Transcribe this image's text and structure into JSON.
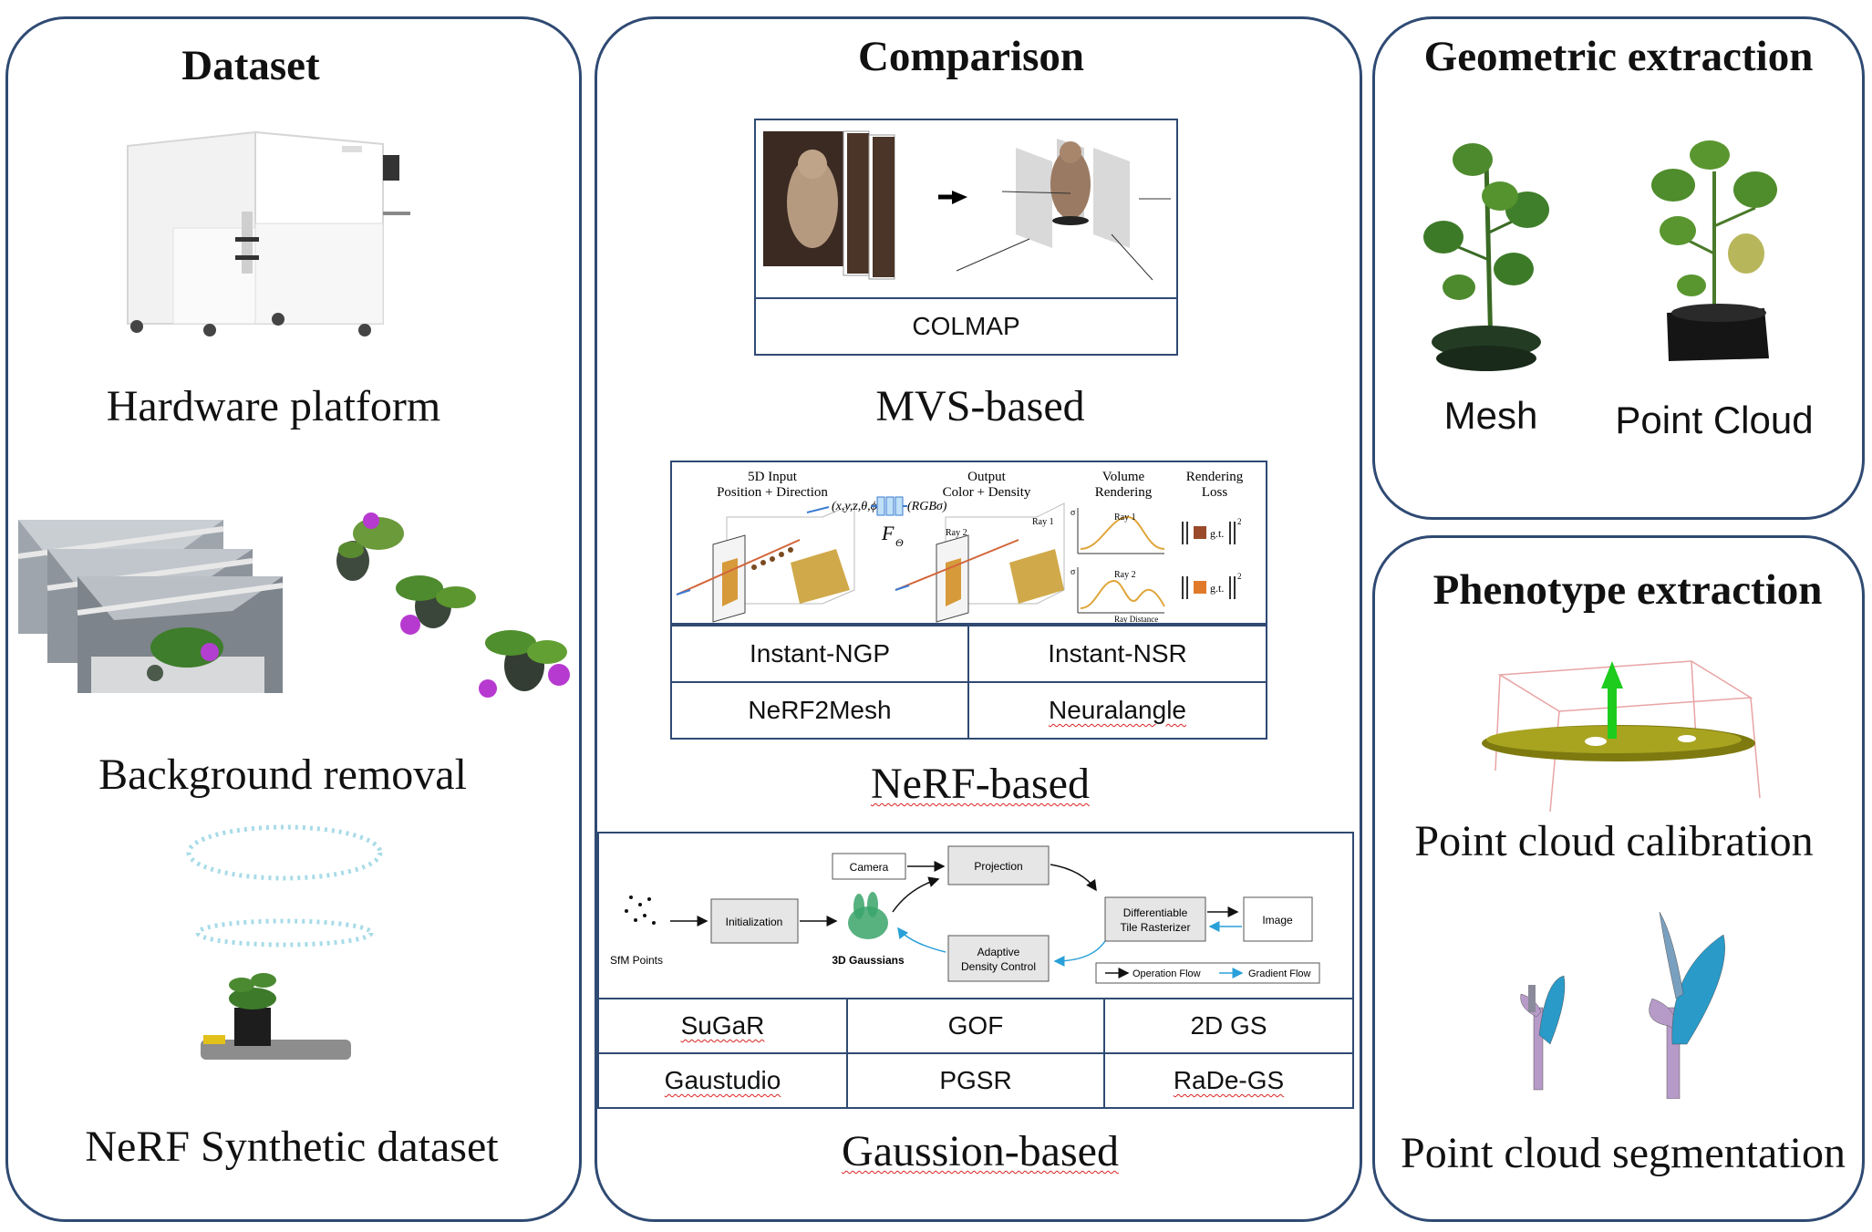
{
  "dataset": {
    "title": "Dataset",
    "hardware_caption": "Hardware platform",
    "bg_removal_caption": "Background removal",
    "nerf_caption": "NeRF Synthetic dataset"
  },
  "comparison": {
    "title": "Comparison",
    "mvs": {
      "method_label": "COLMAP",
      "caption": "MVS-based"
    },
    "nerf": {
      "caption": "NeRF-based",
      "methods": [
        "Instant-NGP",
        "Instant-NSR",
        "NeRF2Mesh",
        "Neuralangle"
      ],
      "figure": {
        "input_title": "5D Input",
        "input_sub": "Position + Direction",
        "output_title": "Output",
        "output_sub": "Color + Density",
        "volume_title": "Volume",
        "volume_sub": "Rendering",
        "loss_title": "Rendering",
        "loss_sub": "Loss",
        "xyz": "(x,y,z,θ,ϕ)",
        "rgb": "(RGBσ)",
        "f_theta": "F",
        "theta_sub": "Θ",
        "ray1": "Ray 1",
        "ray2": "Ray 2",
        "ray_distance": "Ray Distance",
        "sigma": "σ",
        "gt": "g.t.",
        "two": "2"
      }
    },
    "gaussian": {
      "caption": "Gaussion-based",
      "methods": [
        "SuGaR",
        "GOF",
        "2D GS",
        "Gaustudio",
        "PGSR",
        "RaDe-GS"
      ],
      "figure": {
        "sfm_points": "SfM Points",
        "initialization": "Initialization",
        "gaussians": "3D Gaussians",
        "camera": "Camera",
        "projection": "Projection",
        "adaptive": "Adaptive",
        "density_control": "Density Control",
        "differentiable": "Differentiable",
        "tile_rasterizer": "Tile Rasterizer",
        "image": "Image",
        "operation_flow": "Operation Flow",
        "gradient_flow": "Gradient Flow"
      }
    }
  },
  "geometric": {
    "title": "Geometric extraction",
    "mesh_label": "Mesh",
    "pointcloud_label": "Point Cloud"
  },
  "phenotype": {
    "title": "Phenotype extraction",
    "calibration_caption": "Point cloud calibration",
    "segmentation_caption": "Point cloud segmentation"
  },
  "colors": {
    "panel_border": "#2f4a73",
    "label_border": "#2f4a73",
    "leaf_green": "#3f7a2a",
    "seg_blue": "#2a9ac8",
    "seg_purple": "#b69ac8"
  }
}
